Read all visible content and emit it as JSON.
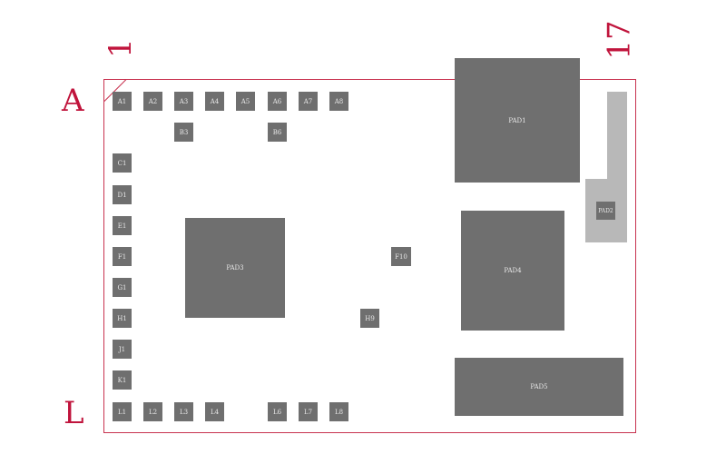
{
  "labels": {
    "row_first": "A",
    "row_last": "L",
    "col_first": "1",
    "col_last": "17"
  },
  "pads": {
    "A1": "A1",
    "A2": "A2",
    "A3": "A3",
    "A4": "A4",
    "A5": "A5",
    "A6": "A6",
    "A7": "A7",
    "A8": "A8",
    "B3": "B3",
    "B6": "B6",
    "C1": "C1",
    "D1": "D1",
    "E1": "E1",
    "F1": "F1",
    "G1": "G1",
    "H1": "H1",
    "J1": "J1",
    "K1": "K1",
    "L1": "L1",
    "L2": "L2",
    "L3": "L3",
    "L4": "L4",
    "L6": "L6",
    "L7": "L7",
    "L8": "L8",
    "F10": "F10",
    "H9": "H9",
    "PAD1": "PAD1",
    "PAD2": "PAD2",
    "PAD3": "PAD3",
    "PAD4": "PAD4",
    "PAD5": "PAD5"
  },
  "colors": {
    "outline": "#c8324f",
    "label": "#c0143c",
    "pad": "#6f6f6f",
    "pad2_region": "#b8b8b8"
  }
}
